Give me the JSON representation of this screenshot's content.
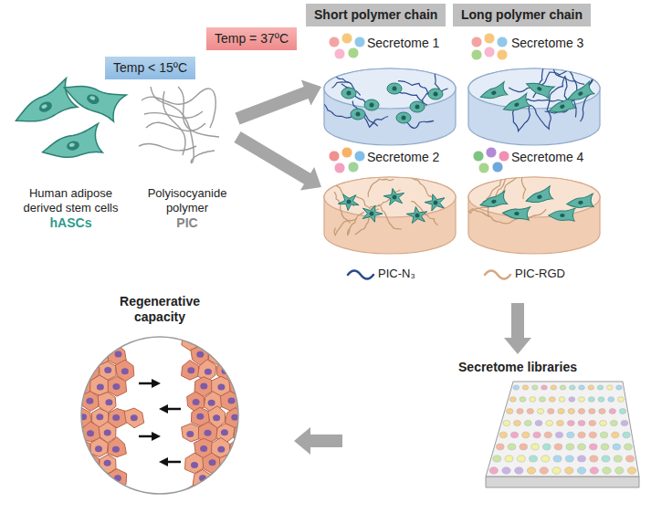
{
  "diagram": {
    "nodes": [
      {
        "text": [
          "Human adipose derived stem cells",
          "hASCs"
        ]
      },
      {
        "text": [
          "Temp < 15ºC"
        ]
      },
      {
        "text": [
          "Polyisocyanide polymer",
          "PIC"
        ]
      },
      {
        "text": [
          "Temp = 37ºC"
        ]
      },
      {
        "text": [
          "Short polymer chain"
        ]
      },
      {
        "text": [
          "Long polymer chain"
        ]
      },
      {
        "text": [
          "Secretome 1"
        ]
      },
      {
        "text": [
          "Secretome 2"
        ]
      },
      {
        "text": [
          "Secretome 3"
        ]
      },
      {
        "text": [
          "Secretome 4"
        ]
      },
      {
        "text": [
          "Secretome libraries"
        ]
      },
      {
        "text": [
          "Regenerative capacity"
        ]
      }
    ],
    "edges": [
      {
        "from": 2,
        "to": 6,
        "arrow": "to"
      },
      {
        "from": 2,
        "to": 7,
        "arrow": "to"
      },
      {
        "from": 9,
        "to": 10,
        "arrow": "to"
      },
      {
        "from": 10,
        "to": 11,
        "arrow": "to"
      }
    ],
    "legend": [
      {
        "text": "PIC-N₃"
      },
      {
        "text": "PIC-RGD"
      }
    ]
  }
}
